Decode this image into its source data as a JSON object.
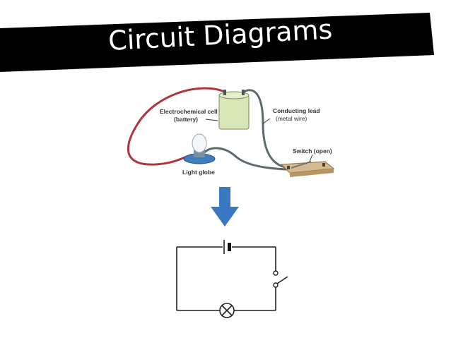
{
  "slide": {
    "title": "Circuit Diagrams"
  },
  "pictorial": {
    "battery_label_line1": "Electrochemical cell",
    "battery_label_line2": "(battery)",
    "lead_label_line1": "Conducting lead",
    "lead_label_line2": "(metal wire)",
    "switch_label": "Switch (open)",
    "globe_label": "Light globe"
  },
  "colors": {
    "banner": "#000000",
    "arrow": "#3a78c4",
    "red_wire": "#b0343a",
    "grey_wire": "#5d6a6a",
    "battery": "#d9e7b8",
    "globe_base": "#3f7fc0",
    "switch_board": "#d6b98c"
  },
  "icons": {
    "arrow": "arrow-down-icon",
    "cell": "cell-symbol-icon",
    "lamp": "lamp-symbol-icon",
    "switch": "open-switch-symbol-icon"
  }
}
